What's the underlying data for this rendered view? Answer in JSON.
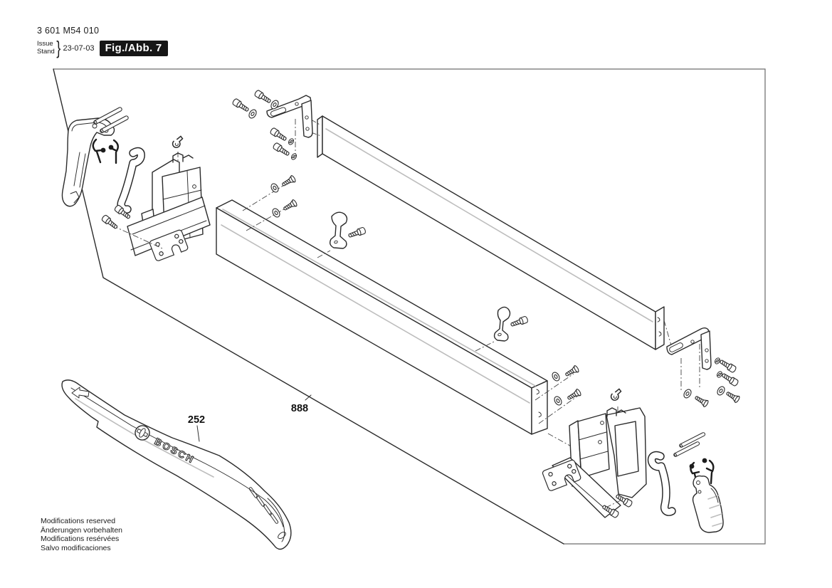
{
  "header": {
    "part_number": "3 601 M54 010",
    "issue_label": "Issue",
    "stand_label": "Stand",
    "brace": "}",
    "date": "23-07-03",
    "figure_label": "Fig./Abb. 7"
  },
  "diagram": {
    "brand_logo_text": "BOSCH",
    "callouts": {
      "c252": "252",
      "c888": "888"
    }
  },
  "footer": {
    "lines": [
      "Modifications reserved",
      "Änderungen vorbehalten",
      "Modifications resérvées",
      "Salvo modificaciones"
    ]
  },
  "colors": {
    "line": "#2b2b2b",
    "frame": "#6e6e6e",
    "highlight": "#bdbdbd",
    "badge_bg": "#161616",
    "badge_text": "#ffffff"
  }
}
